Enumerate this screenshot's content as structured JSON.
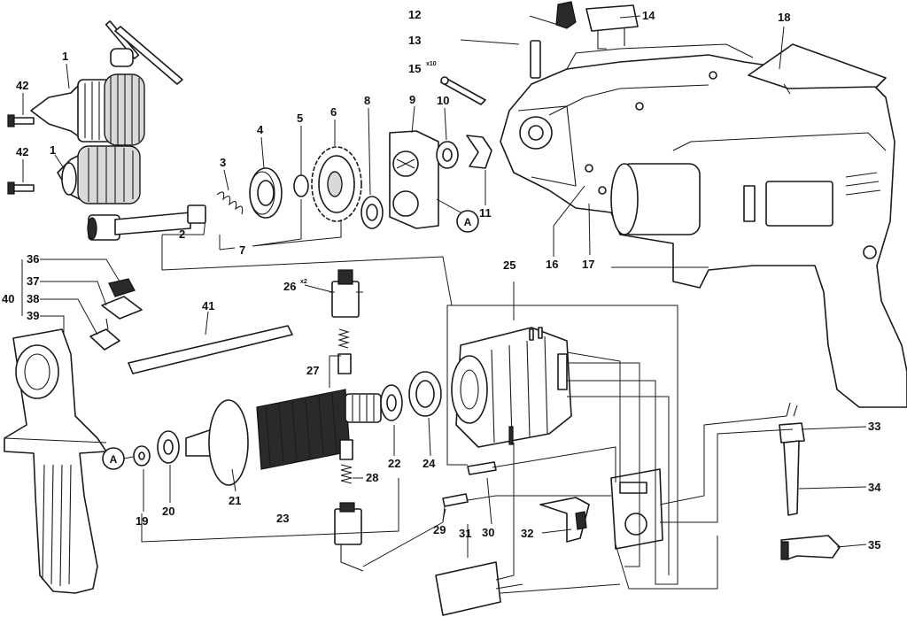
{
  "parts": [
    {
      "id": "1a",
      "label": "1"
    },
    {
      "id": "1b",
      "label": "1"
    },
    {
      "id": "2",
      "label": "2"
    },
    {
      "id": "3",
      "label": "3"
    },
    {
      "id": "4",
      "label": "4"
    },
    {
      "id": "5",
      "label": "5"
    },
    {
      "id": "6",
      "label": "6"
    },
    {
      "id": "7",
      "label": "7"
    },
    {
      "id": "8",
      "label": "8"
    },
    {
      "id": "9",
      "label": "9"
    },
    {
      "id": "10",
      "label": "10"
    },
    {
      "id": "11",
      "label": "11"
    },
    {
      "id": "12",
      "label": "12"
    },
    {
      "id": "13",
      "label": "13"
    },
    {
      "id": "14",
      "label": "14"
    },
    {
      "id": "15",
      "label": "15"
    },
    {
      "id": "16",
      "label": "16"
    },
    {
      "id": "17",
      "label": "17"
    },
    {
      "id": "18",
      "label": "18"
    },
    {
      "id": "19",
      "label": "19"
    },
    {
      "id": "20",
      "label": "20"
    },
    {
      "id": "21",
      "label": "21"
    },
    {
      "id": "22",
      "label": "22"
    },
    {
      "id": "23",
      "label": "23"
    },
    {
      "id": "24",
      "label": "24"
    },
    {
      "id": "25",
      "label": "25"
    },
    {
      "id": "26",
      "label": "26"
    },
    {
      "id": "27",
      "label": "27"
    },
    {
      "id": "28",
      "label": "28"
    },
    {
      "id": "29",
      "label": "29"
    },
    {
      "id": "30",
      "label": "30"
    },
    {
      "id": "31",
      "label": "31"
    },
    {
      "id": "32",
      "label": "32"
    },
    {
      "id": "33",
      "label": "33"
    },
    {
      "id": "34",
      "label": "34"
    },
    {
      "id": "35",
      "label": "35"
    },
    {
      "id": "36",
      "label": "36"
    },
    {
      "id": "37",
      "label": "37"
    },
    {
      "id": "38",
      "label": "38"
    },
    {
      "id": "39",
      "label": "39"
    },
    {
      "id": "40",
      "label": "40"
    },
    {
      "id": "41",
      "label": "41"
    },
    {
      "id": "42a",
      "label": "42"
    },
    {
      "id": "42b",
      "label": "42"
    }
  ],
  "quantities": {
    "q15": "x10",
    "q26": "x2"
  },
  "references": {
    "ref_a1": "A",
    "ref_a2": "A"
  }
}
